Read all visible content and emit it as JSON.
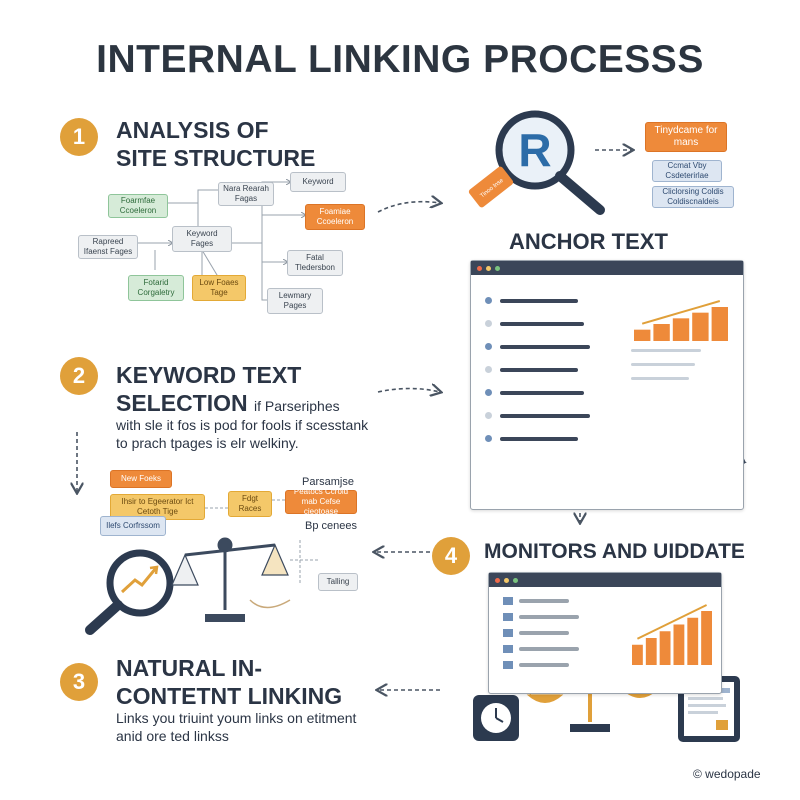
{
  "title": "INTERNAL LINKING PROCESSS",
  "steps": {
    "s1": {
      "number": "1",
      "heading_line1": "ANALYSIS OF",
      "heading_line2": "SITE STRUCTURE"
    },
    "s2": {
      "number": "2",
      "heading_line1": "KEYWORD TEXT",
      "heading_line2": "SELECTION",
      "inline_text": "if Parseriphes",
      "body_line1": "with sle it fos is pod for fools if scesstank",
      "body_line2": "to prach tpages is elr welkiny."
    },
    "s3": {
      "number": "3",
      "heading_line1": "NATURAL IN-",
      "heading_line2": "CONTETNT LINKING",
      "body_line1": "Links you triuint youm links on etitment",
      "body_line2": "anid ore ted linkss"
    },
    "s4": {
      "number": "4",
      "heading": "MONITORS AND UIDDATE"
    }
  },
  "anchor_heading": "ANCHOR TEXT",
  "site_map": {
    "b1": "Foarmfae Ccoeleron",
    "b2": "Nara Rearah Fagas",
    "b3": "Keyword",
    "b4": "Foamiae Ccoeleron",
    "b5": "Rapreed Ifaenst Fages",
    "b6": "Keyword Fages",
    "b7": "Fatal Tledersbon",
    "b8": "Fotarid Corgaletry",
    "b9": "Low Foaes Tage",
    "b10": "Lewmary Pages"
  },
  "anchor_boxes": {
    "a1": "Tinydcame for mans",
    "a2": "Ccmat Vby Csdeterirlae",
    "a3": "Cliclorsing Coldis Coldiscnaldeis"
  },
  "magnifier_letter": "R",
  "magnifier_handle_text": "Tinoo lnse",
  "keyword_boxes": {
    "k1": "New Foeks",
    "k2": "Ihsir to Egeerator Ict Cetoth Tige",
    "k3": "Ilefs Corfrssom",
    "k4": "Fdgt Races",
    "k5": "Peatocs Ccroid mab Cefse cjeotoase"
  },
  "keyword_labels": {
    "l1": "Parsamjse",
    "l2": "Bp cenees",
    "l3": "Talling"
  },
  "credit": "© wedopade",
  "chart_data": [
    {
      "type": "bar",
      "values": [
        2,
        3,
        4,
        5,
        6
      ],
      "title": ""
    },
    {
      "type": "bar",
      "values": [
        3,
        4,
        5,
        6,
        7,
        8
      ],
      "title": ""
    }
  ]
}
